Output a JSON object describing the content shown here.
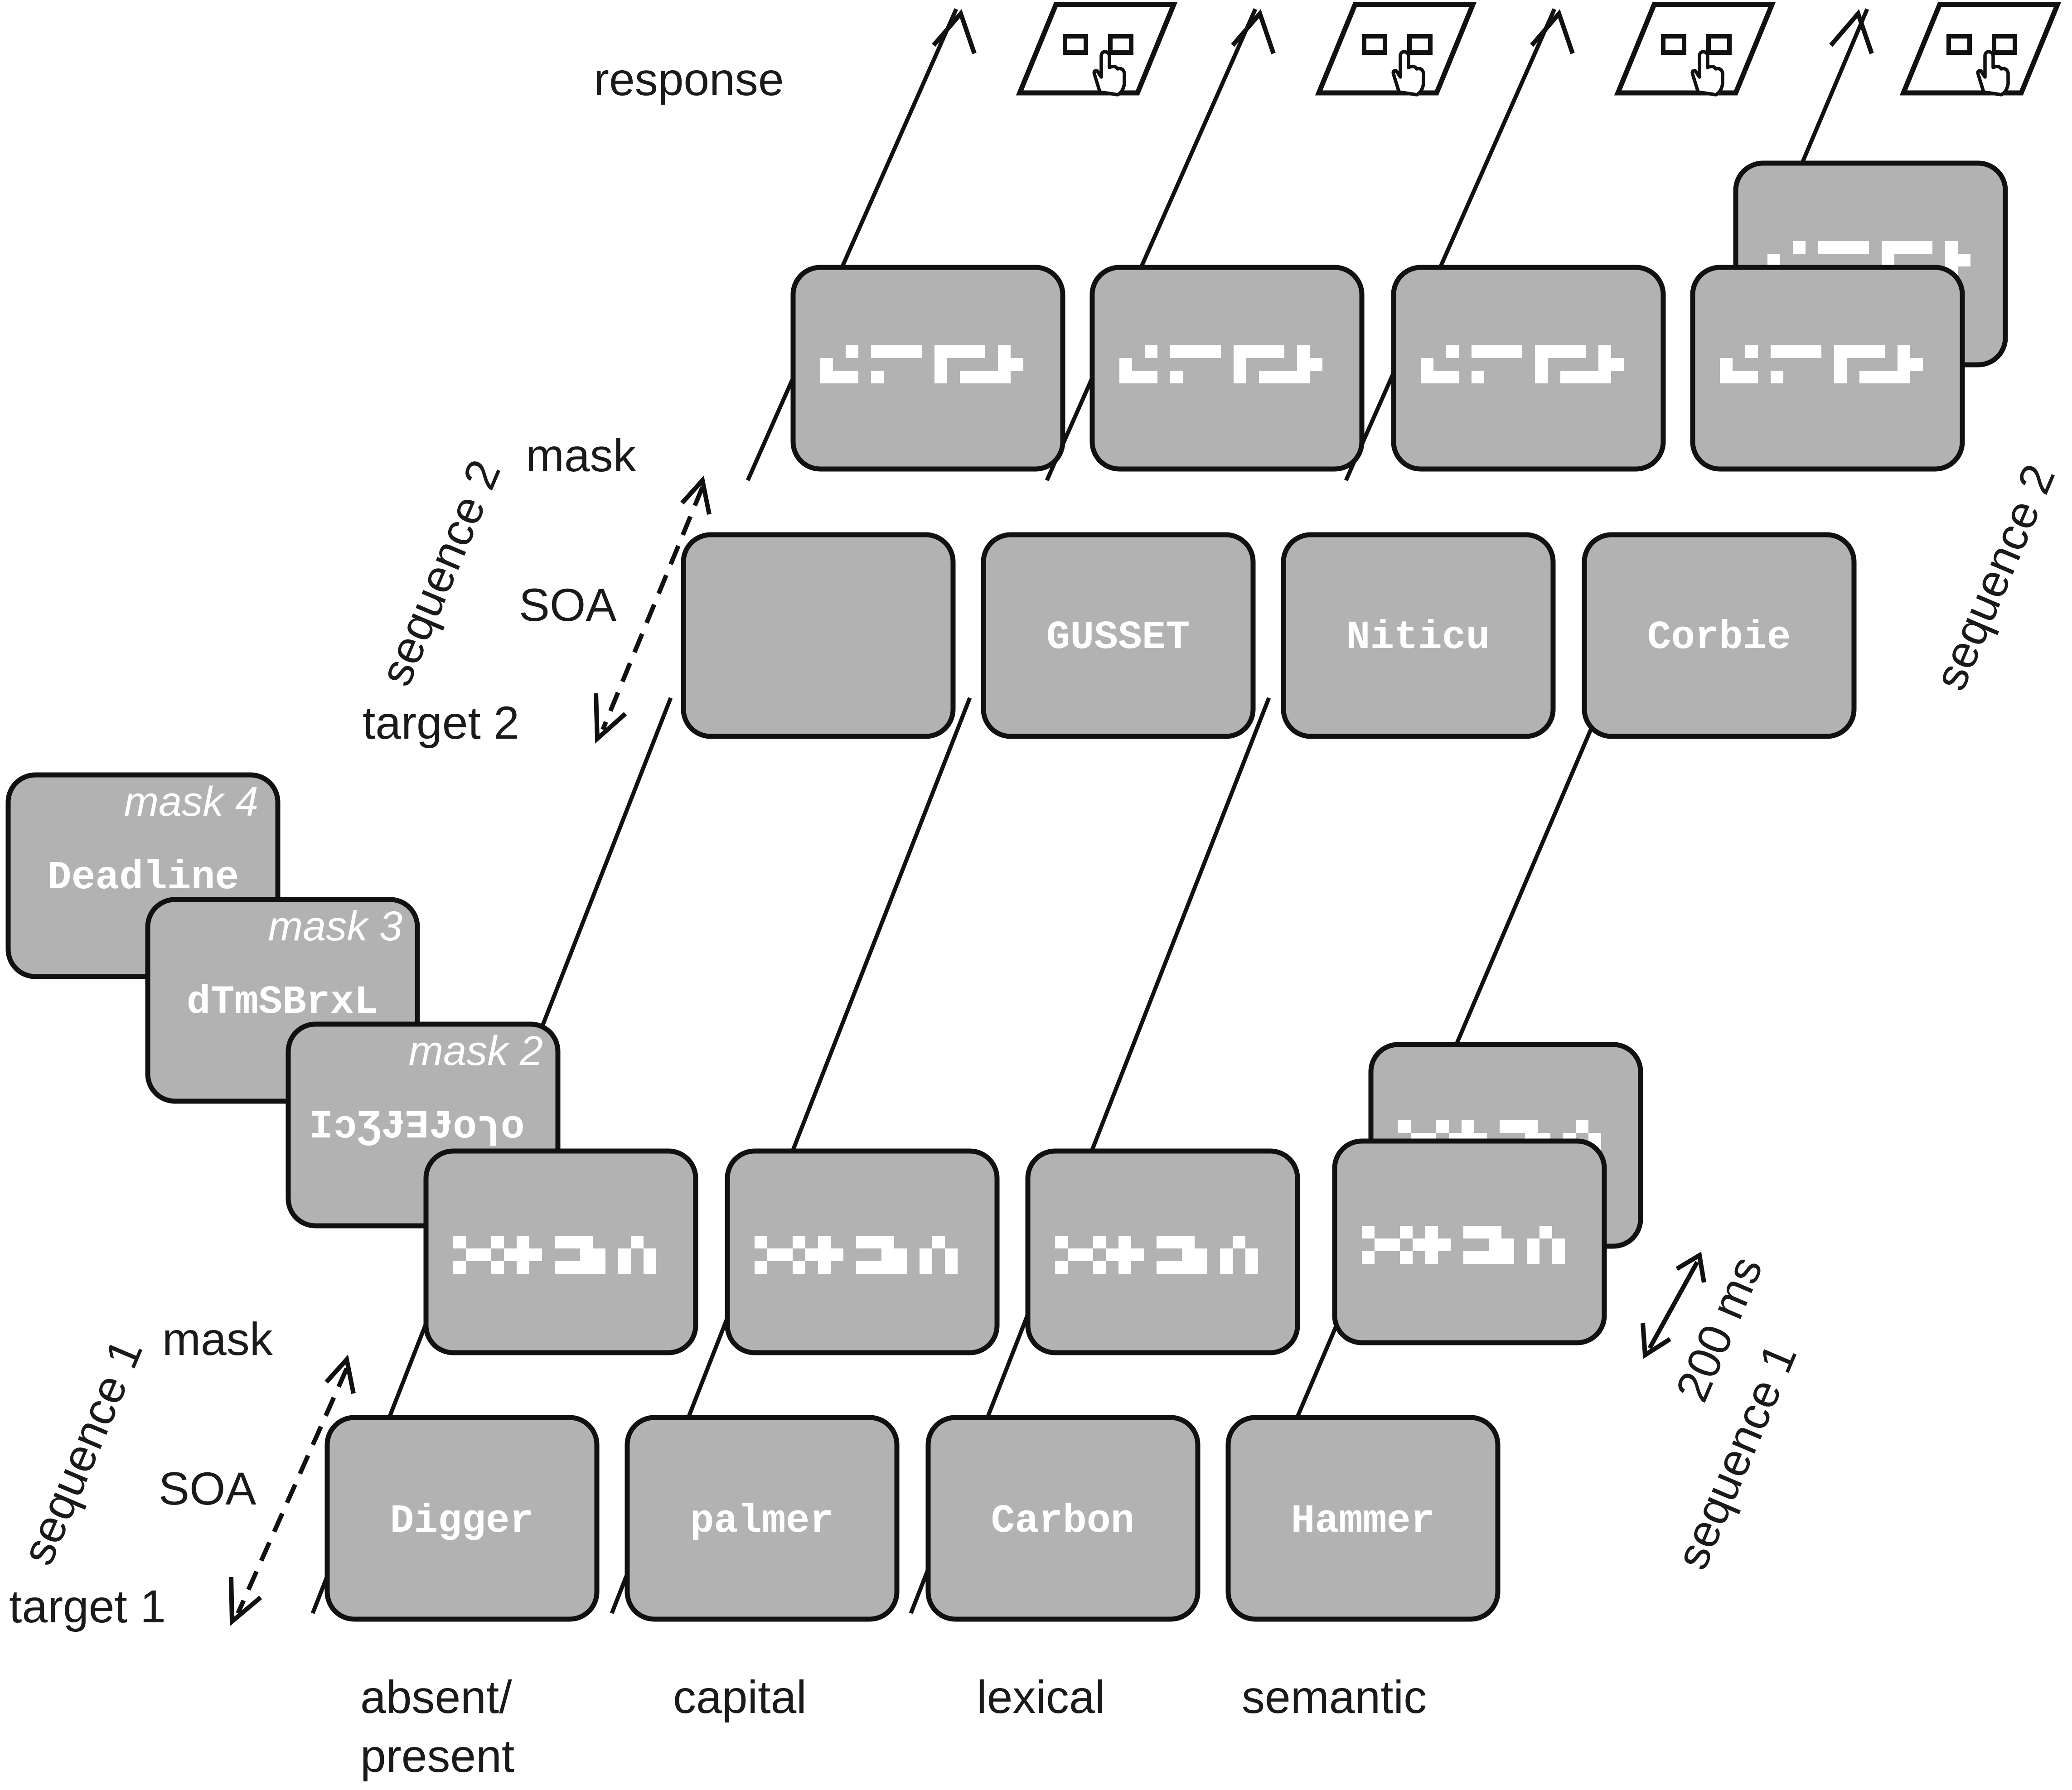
{
  "labels": {
    "response": "response",
    "mask": "mask",
    "soa": "SOA",
    "target1": "target 1",
    "target2": "target 2",
    "sequence1": "sequence 1",
    "sequence2": "sequence 2",
    "duration": "200 ms"
  },
  "conditions": [
    "absent/",
    "present",
    "capital",
    "lexical",
    "semantic"
  ],
  "sequence1_targets": [
    "Digger",
    "palmer",
    "Carbon",
    "Hammer"
  ],
  "sequence2_targets": [
    "",
    "GUSSET",
    "Niticu",
    "Corbie"
  ],
  "masks": [
    {
      "label": "mask 4",
      "text": "Deadline"
    },
    {
      "label": "mask 3",
      "text": "dTmSBrxL"
    },
    {
      "label": "mask 2",
      "text": "ƖɔƷɈƎɈoɿo"
    }
  ],
  "colors": {
    "box_fill": "#b2b2b2",
    "box_stroke": "#111111",
    "text_on_box": "#ffffff",
    "label_text": "#1a1a1a"
  }
}
